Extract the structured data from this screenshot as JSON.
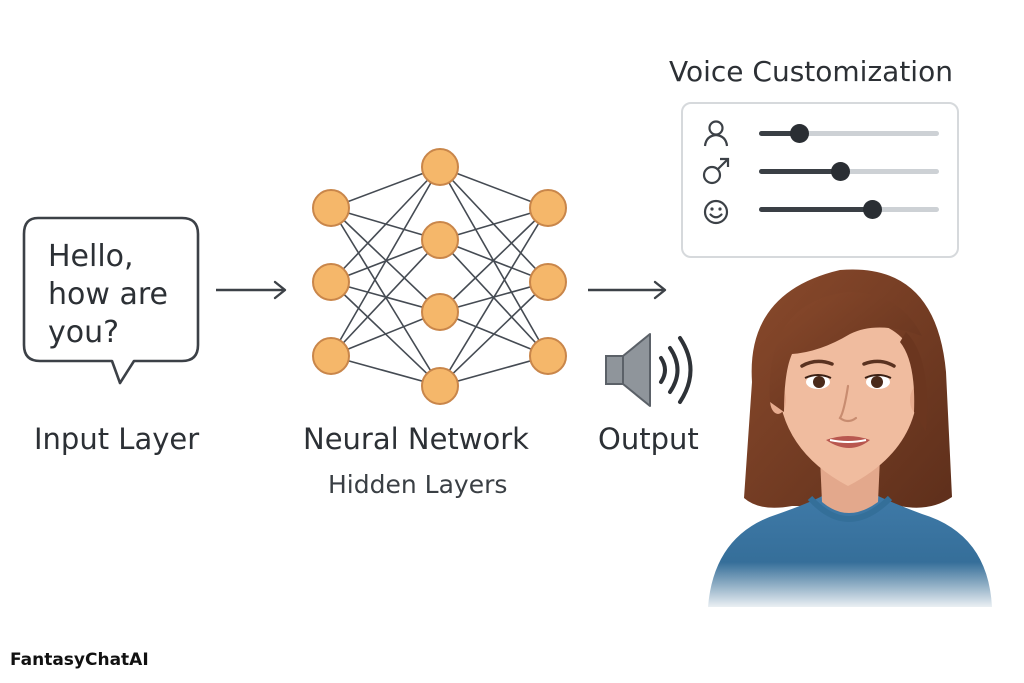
{
  "speech_bubble": {
    "lines": [
      "Hello,",
      "how are",
      "you?"
    ]
  },
  "labels": {
    "input_layer": "Input Layer",
    "neural_network": "Neural Network",
    "hidden_layers": "Hidden Layers",
    "output": "Output"
  },
  "voice_customization": {
    "title": "Voice Customization",
    "sliders": [
      {
        "icon": "person-outline-icon",
        "level": 0.22
      },
      {
        "icon": "male-symbol-icon",
        "level": 0.45
      },
      {
        "icon": "smiley-face-icon",
        "level": 0.63
      }
    ]
  },
  "brand": {
    "name": "FantasyChatAI"
  },
  "colors": {
    "node_fill": "#f5b76a",
    "node_stroke": "#c9864a",
    "edge": "#454b53",
    "text": "#2c3035"
  }
}
